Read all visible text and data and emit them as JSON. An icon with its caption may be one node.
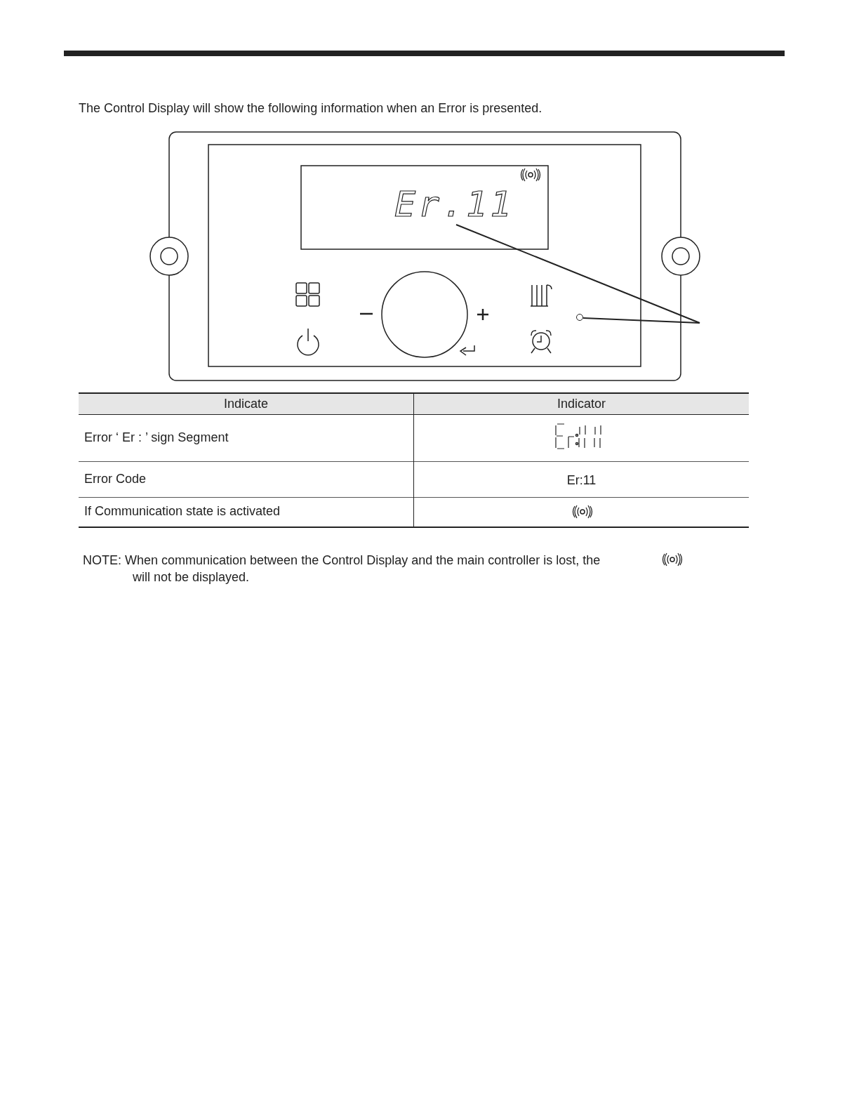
{
  "diagram": {
    "nodes": [
      {
        "text": [
          "Er.11"
        ]
      },
      {
        "text": [],
        "shape": "circle"
      }
    ],
    "edges": [
      {
        "from": null,
        "to": 0,
        "arrow": "none"
      },
      {
        "from": null,
        "to": 1,
        "arrow": "none"
      }
    ],
    "labels": [
      "The Control Display will show the following information when an Error is presented.",
      "Indicate",
      "Indicator",
      "Error ‘ Er : ’ sign Segment",
      "Error Code",
      "Er:11",
      "If Communication state is activated",
      "NOTE: When communication between the Control Display and the main controller is lost, the",
      "will not be displayed."
    ]
  }
}
